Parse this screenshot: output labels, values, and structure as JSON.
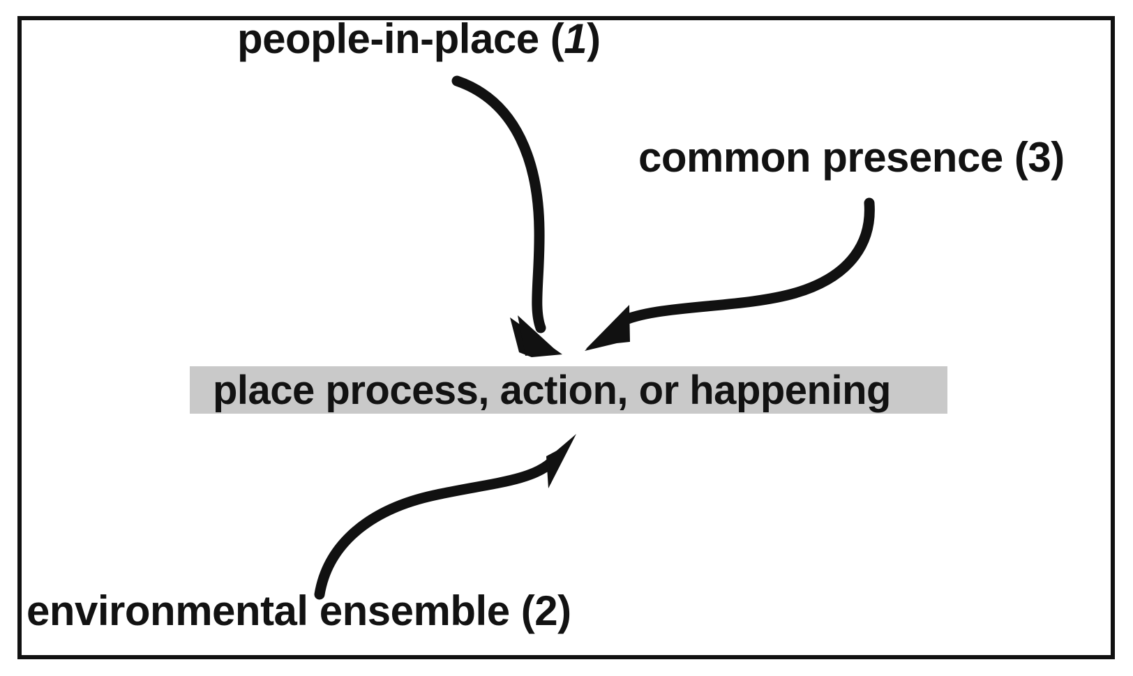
{
  "figure": {
    "title": "place process diagram",
    "border_color": "#111111",
    "background_color": "#ffffff",
    "highlight_color": "#c9c9c9",
    "text_color": "#121212"
  },
  "nodes": {
    "people_in_place": {
      "text": "people-in-place (",
      "number": "1",
      "number_close": ")",
      "full_label": "people-in-place (1)"
    },
    "common_presence": {
      "text": "common presence (",
      "number": "3",
      "number_close": ")",
      "full_label": "common presence (3)"
    },
    "environmental_ensemble": {
      "text": "environmental ensemble (",
      "number": "2",
      "number_close": ")",
      "full_label": "environmental ensemble (2)"
    },
    "center": {
      "label": "place process, action, or happening"
    }
  },
  "arrows": [
    {
      "name": "arrow-people-in-place-to-center",
      "from": "people-in-place (1)",
      "to": "place process, action, or happening",
      "direction": "down-right"
    },
    {
      "name": "arrow-common-presence-to-center",
      "from": "common presence (3)",
      "to": "place process, action, or happening",
      "direction": "down-left"
    },
    {
      "name": "arrow-environmental-ensemble-to-center",
      "from": "environmental ensemble (2)",
      "to": "place process, action, or happening",
      "direction": "up-right"
    }
  ]
}
